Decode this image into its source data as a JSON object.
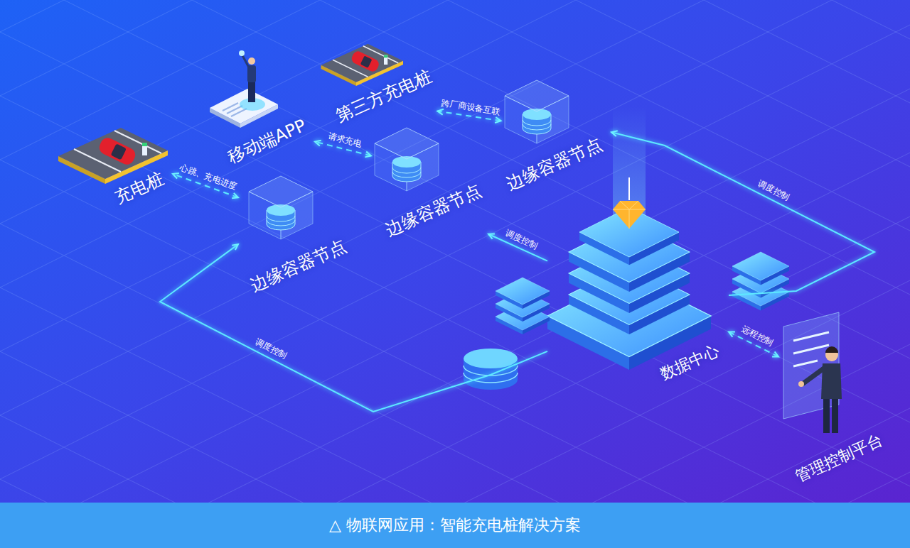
{
  "diagram": {
    "caption": "△ 物联网应用：智能充电桩解决方案",
    "nodes": [
      {
        "text": [
          "充电桩"
        ]
      },
      {
        "text": [
          "移动端APP"
        ]
      },
      {
        "text": [
          "第三方充电桩"
        ]
      },
      {
        "text": [
          "边缘容器节点"
        ]
      },
      {
        "text": [
          "边缘容器节点"
        ]
      },
      {
        "text": [
          "边缘容器节点"
        ]
      },
      {
        "text": [
          "数据中心"
        ]
      },
      {
        "text": [
          "管理控制平台"
        ]
      }
    ],
    "edges": [
      {
        "from": 3,
        "to": 0,
        "label": "心跳、充电进度",
        "arrow": "both"
      },
      {
        "from": 4,
        "to": 1,
        "label": "请求充电",
        "arrow": "both"
      },
      {
        "from": 5,
        "to": 2,
        "label": "跨厂商设备互联",
        "arrow": "both"
      },
      {
        "from": 6,
        "to": 3,
        "label": "调度控制",
        "arrow": "to"
      },
      {
        "from": 6,
        "to": 4,
        "label": "调度控制",
        "arrow": "to"
      },
      {
        "from": 6,
        "to": 5,
        "label": "调度控制",
        "arrow": "to"
      },
      {
        "from": 7,
        "to": 6,
        "label": "远程控制",
        "arrow": "both"
      }
    ]
  }
}
